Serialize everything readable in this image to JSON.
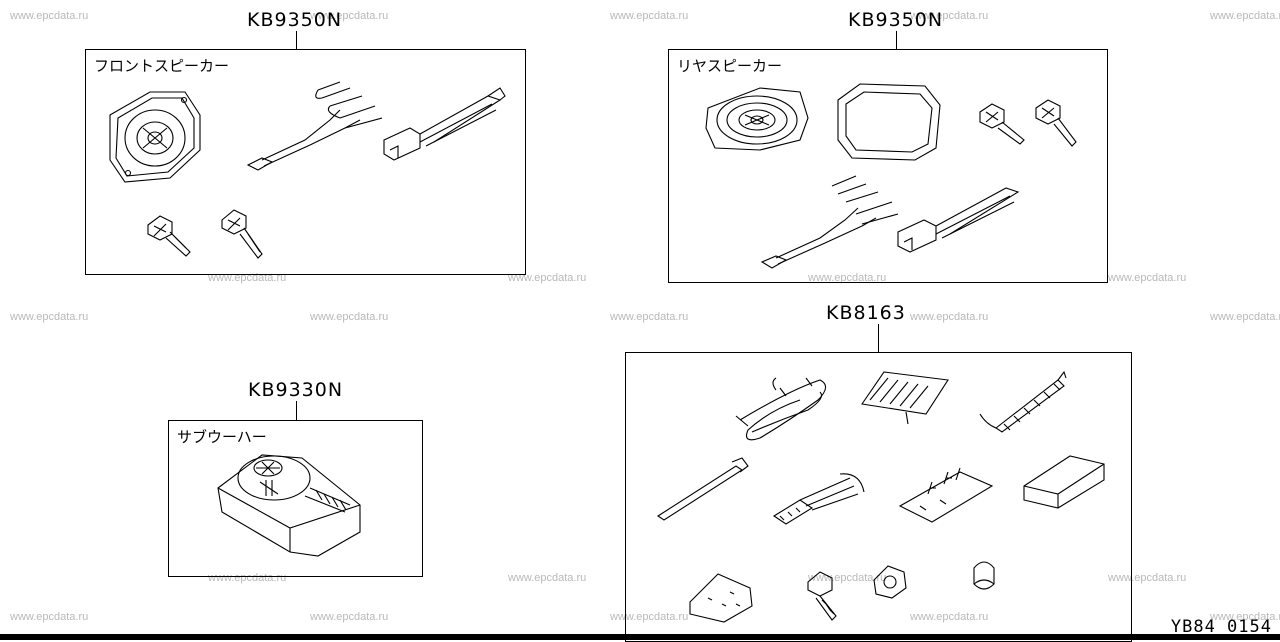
{
  "watermark": "www.epcdata.ru",
  "kits": {
    "front": {
      "code": "KB9350N",
      "label": "フロントスピーカー"
    },
    "rear": {
      "code": "KB9350N",
      "label": "リヤスピーカー"
    },
    "sub": {
      "code": "KB9330N",
      "label": "サブウーハー"
    },
    "accessory": {
      "code": "KB8163"
    }
  },
  "figure_number": "YB84 0154"
}
